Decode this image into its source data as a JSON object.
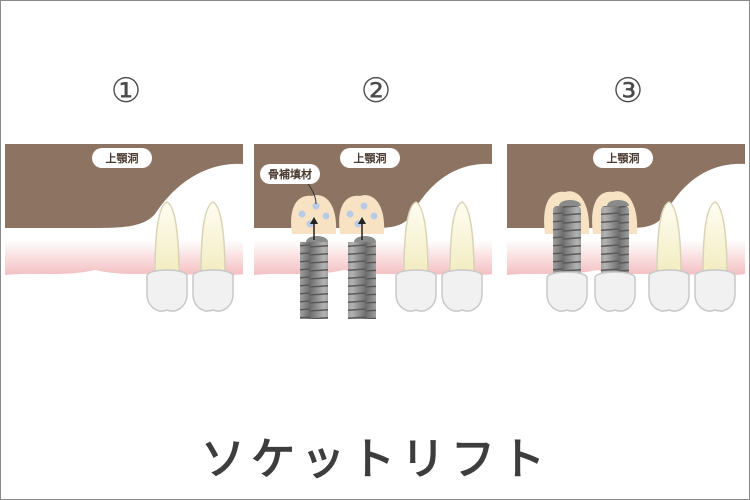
{
  "steps": [
    {
      "number": "①",
      "sinus_label": "上顎洞"
    },
    {
      "number": "②",
      "sinus_label": "上顎洞",
      "graft_label": "骨補填材"
    },
    {
      "number": "③",
      "sinus_label": "上顎洞"
    }
  ],
  "title": "ソケットリフト",
  "colors": {
    "bone": "#8d7462",
    "gum": "#f5c7c8",
    "graft": "#f8e2c4",
    "implant": "#8a8a8a",
    "tooth_crown": "#f1f1f1",
    "tooth_root": "#f7f2d2"
  }
}
